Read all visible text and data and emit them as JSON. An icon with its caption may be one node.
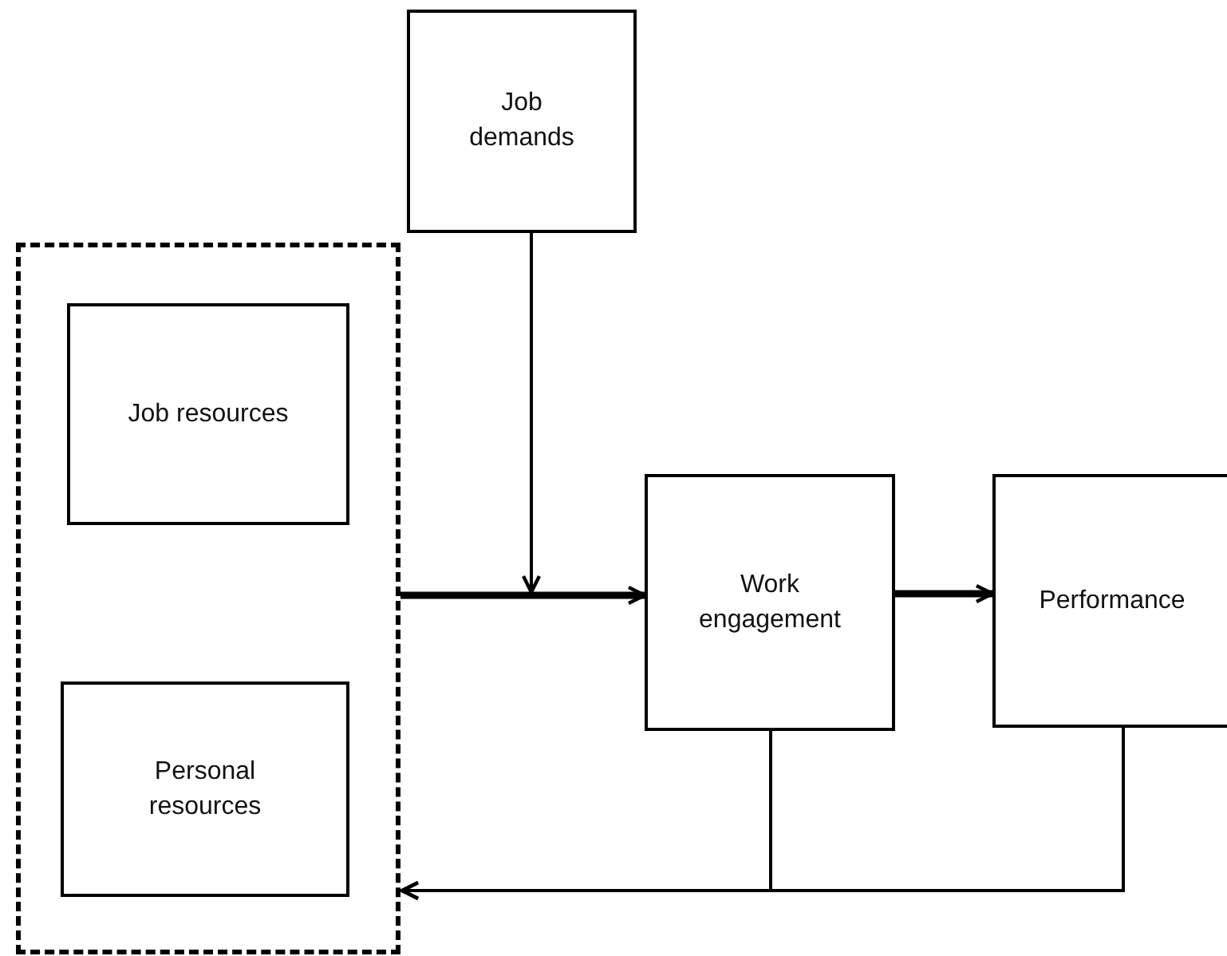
{
  "diagram": {
    "nodes": [
      {
        "text": [
          "Job demands"
        ]
      },
      {
        "text": [],
        "shape": "box"
      },
      {
        "text": [
          "Job resources"
        ],
        "in": 1
      },
      {
        "text": [
          "Personal resources"
        ],
        "in": 1
      },
      {
        "text": [
          "Work engagement"
        ]
      },
      {
        "text": [
          "Performance"
        ]
      }
    ],
    "edges": [
      {
        "from": 0,
        "to": null,
        "arrow": "to"
      },
      {
        "from": 1,
        "to": 4,
        "arrow": "to",
        "style": "thick"
      },
      {
        "from": 4,
        "to": 5,
        "arrow": "to",
        "style": "thick"
      },
      {
        "from": 4,
        "to": 1,
        "arrow": "to"
      },
      {
        "from": 5,
        "to": 1,
        "arrow": "to"
      }
    ]
  }
}
